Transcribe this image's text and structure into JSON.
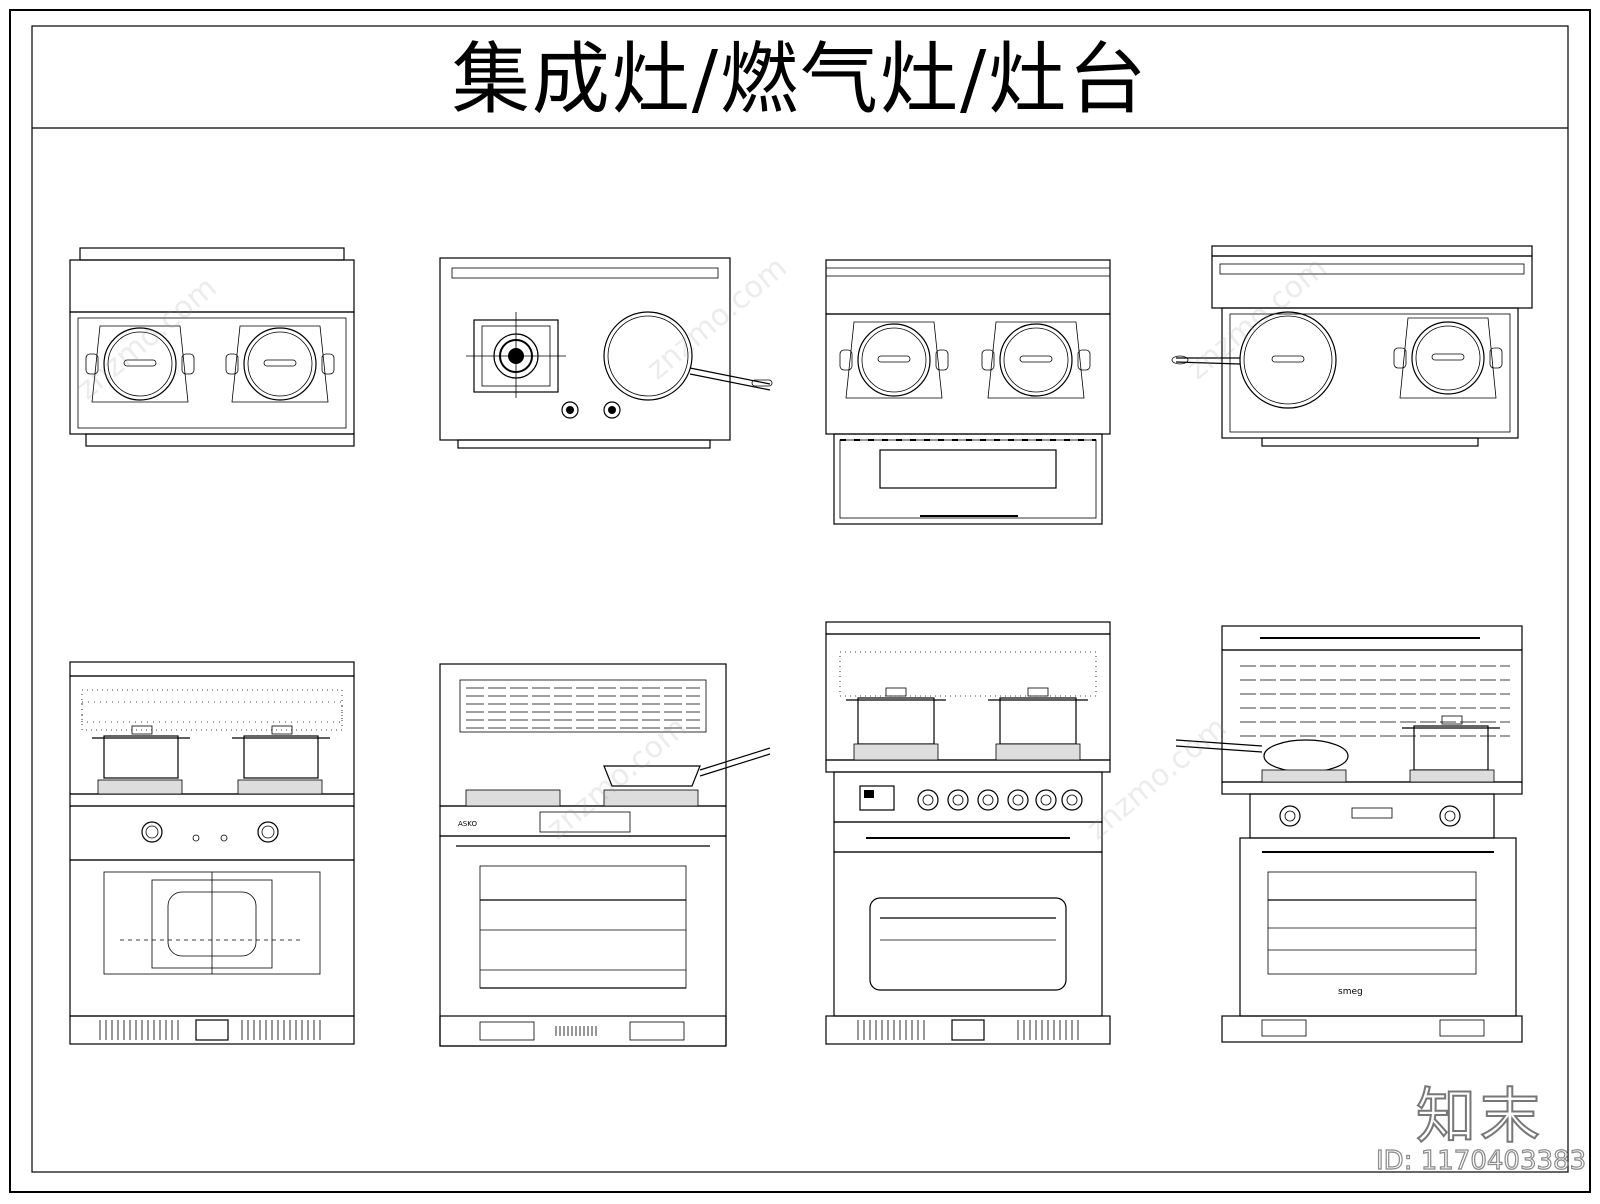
{
  "title": "集成灶/燃气灶/灶台",
  "brand": "知末",
  "doc_id": "ID: 1170403383",
  "watermark": "znzmo.com",
  "appliance_brands": [
    "ASKO",
    "smeg"
  ],
  "colors": {
    "line": "#000000",
    "background": "#ffffff"
  }
}
